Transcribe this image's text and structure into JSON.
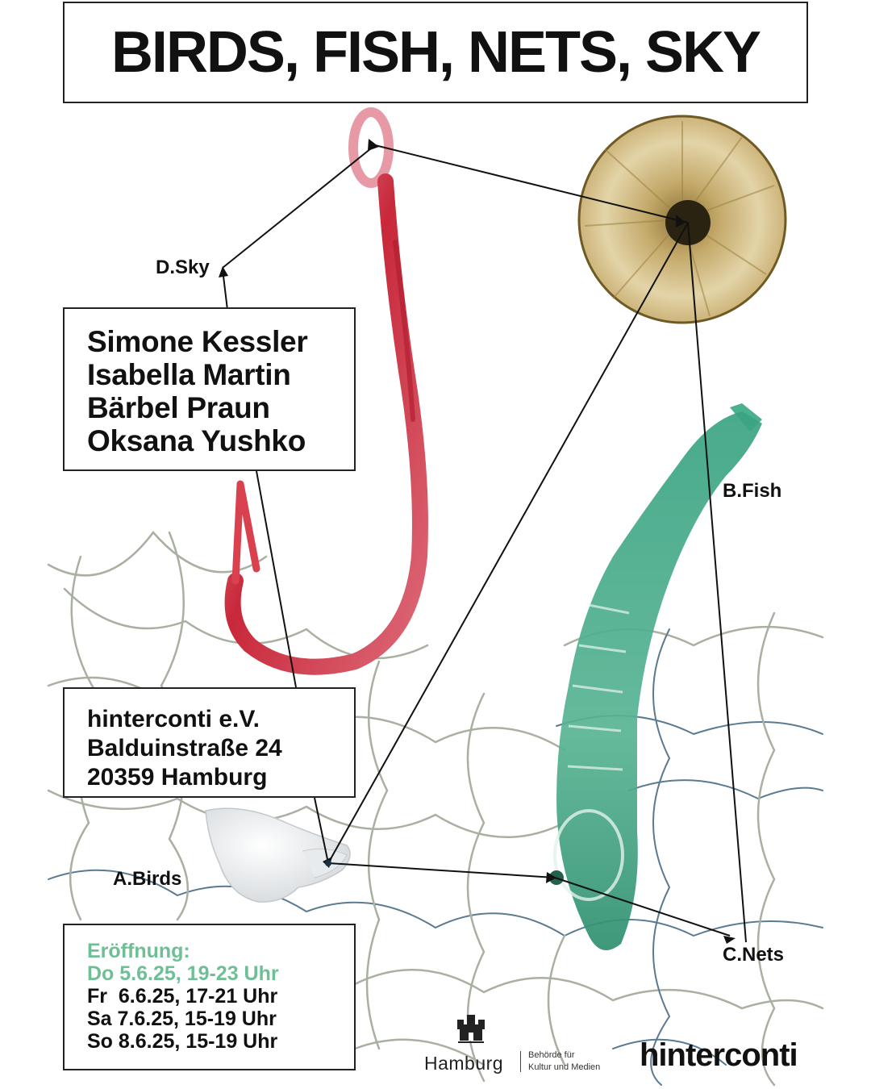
{
  "poster": {
    "title": "BIRDS, FISH, NETS, SKY",
    "artists": [
      "Simone Kessler",
      "Isabella Martin",
      "Bärbel Praun",
      "Oksana Yushko"
    ],
    "venue": [
      "hinterconti e.V.",
      "Balduinstraße 24",
      "20359 Hamburg"
    ],
    "labels": {
      "sky": "D.Sky",
      "fish": "B.Fish",
      "birds": "A.Birds",
      "nets": "C.Nets"
    },
    "schedule": {
      "opening_heading": "Eröffnung:",
      "opening": "Do 5.6.25, 19-23 Uhr",
      "days": [
        "Fr  6.6.25, 17-21 Uhr",
        "Sa 7.6.25, 15-19 Uhr",
        "So 8.6.25, 15-19 Uhr"
      ]
    },
    "logos": {
      "hamburg_word": "Hamburg",
      "hamburg_dept_line1": "Behörde für",
      "hamburg_dept_line2": "Kultur und Medien",
      "brand": "hinterconti"
    },
    "images": {
      "hook": "red-fishhook-image",
      "disc": "golden-disc-image",
      "fish": "green-fish-image",
      "bird": "white-bird-figurine-image",
      "net": "fishing-net-image"
    },
    "colors": {
      "accent_green": "#6fbf96",
      "hook_red": "#c8283a",
      "fish_green": "#3aa382",
      "disc_gold": "#b89d58",
      "net_gray": "#a9b0a2",
      "net_blue": "#5a7a90"
    }
  }
}
